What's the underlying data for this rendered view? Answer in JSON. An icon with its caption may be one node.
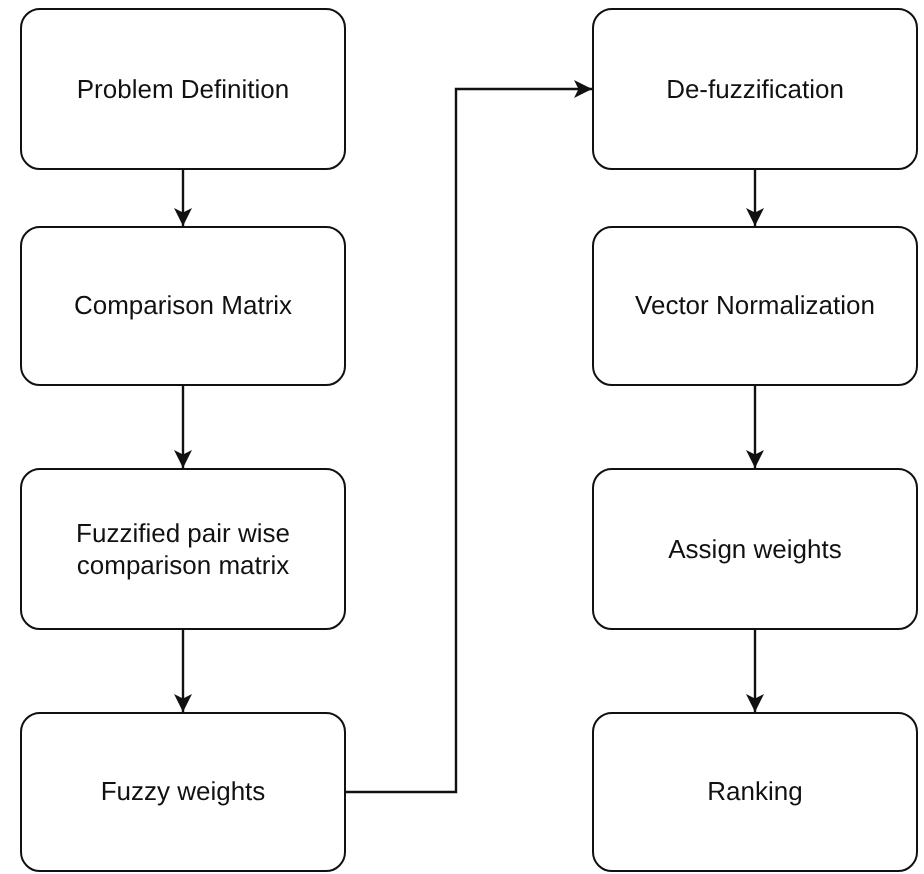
{
  "diagram": {
    "nodes": [
      {
        "text": [
          "Problem Definition"
        ]
      },
      {
        "text": [
          "Comparison Matrix"
        ]
      },
      {
        "text": [
          "Fuzzified pair wise comparison matrix"
        ]
      },
      {
        "text": [
          "Fuzzy weights"
        ]
      },
      {
        "text": [
          "De-fuzzification"
        ]
      },
      {
        "text": [
          "Vector Normalization"
        ]
      },
      {
        "text": [
          "Assign weights"
        ]
      },
      {
        "text": [
          "Ranking"
        ]
      }
    ],
    "edges": [
      {
        "from": 0,
        "to": 1,
        "arrow": "to"
      },
      {
        "from": 1,
        "to": 2,
        "arrow": "to"
      },
      {
        "from": 2,
        "to": 3,
        "arrow": "to"
      },
      {
        "from": 3,
        "to": 4,
        "arrow": "to"
      },
      {
        "from": 4,
        "to": 5,
        "arrow": "to"
      },
      {
        "from": 5,
        "to": 6,
        "arrow": "to"
      },
      {
        "from": 6,
        "to": 7,
        "arrow": "to"
      }
    ]
  }
}
